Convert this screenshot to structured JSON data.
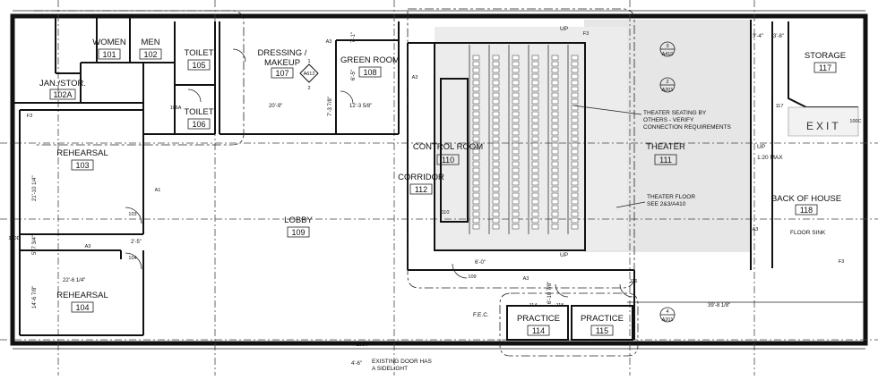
{
  "rooms": [
    {
      "id": "women",
      "name": "WOMEN",
      "number": "101"
    },
    {
      "id": "men",
      "name": "MEN",
      "number": "102"
    },
    {
      "id": "jan",
      "name": "JAN./STOR.",
      "number": "102A"
    },
    {
      "id": "toilet105",
      "name": "TOILET",
      "number": "105"
    },
    {
      "id": "toilet106",
      "name": "TOILET",
      "number": "106"
    },
    {
      "id": "dressing",
      "name": "DRESSING /",
      "name2": "MAKEUP",
      "number": "107"
    },
    {
      "id": "green",
      "name": "GREEN ROOM",
      "number": "108"
    },
    {
      "id": "rehearsal103",
      "name": "REHEARSAL",
      "number": "103"
    },
    {
      "id": "rehearsal104",
      "name": "REHEARSAL",
      "number": "104"
    },
    {
      "id": "lobby",
      "name": "LOBBY",
      "number": "109"
    },
    {
      "id": "control",
      "name": "CONTROL ROOM",
      "number": "110"
    },
    {
      "id": "corridor",
      "name": "CORRIDOR",
      "number": "112"
    },
    {
      "id": "theater",
      "name": "THEATER",
      "number": "111"
    },
    {
      "id": "storage",
      "name": "STORAGE",
      "number": "117"
    },
    {
      "id": "boh",
      "name": "BACK OF HOUSE",
      "number": "118"
    },
    {
      "id": "practice114",
      "name": "PRACTICE",
      "number": "114"
    },
    {
      "id": "practice115",
      "name": "PRACTICE",
      "number": "115"
    }
  ],
  "notes": {
    "seating": [
      "THEATER SEATING BY",
      "OTHERS - VERIFY",
      "CONNECTION REQUIREMENTS"
    ],
    "floor": [
      "THEATER FLOOR",
      "SEE  2&3/A410"
    ],
    "exit": "EXIT",
    "floor_sink": "FLOOR SINK",
    "existing_door": [
      "EXISTING DOOR HAS",
      "A SIDELIGHT"
    ],
    "slope": "1:20 MAX",
    "up1": "UP",
    "up2": "UP",
    "up3": "UP",
    "fec": "F.E.C."
  },
  "dimensions": {
    "d_20_9": "20'-9\"",
    "d_12_3": "12'-3 5/8\"",
    "d_7_1": "7'-1\"",
    "d_6_5": "6'-5\"",
    "d_7_3": "7'-3 7/8\"",
    "d_21_10": "21'-10 1/4\"",
    "d_5_7": "5'-7 3/4\"",
    "d_2_5": "2'-5\"",
    "d_22_6": "22'-6 1/4\"",
    "d_14_6": "14'-6 7/8\"",
    "d_39_8": "39'-8 1/8\"",
    "d_6_10": "6'-10 7/8\"",
    "d_3_4": "3'-4\"",
    "d_3_8": "3'-8\"",
    "d_4_6": "4'-6\"",
    "d_6_0": "6'-0\""
  },
  "section_markers": [
    {
      "id": "m3",
      "num": "3",
      "sheet": "A410"
    },
    {
      "id": "m2",
      "num": "2",
      "sheet": "A201"
    },
    {
      "id": "m4",
      "num": "4",
      "sheet": "A201"
    },
    {
      "id": "mdress",
      "num": "1",
      "num2": "2",
      "sheet": "A612"
    }
  ],
  "tags": {
    "a3": "A3",
    "a1": "A1",
    "f3": "F3",
    "door_tags": [
      "101",
      "102",
      "102A",
      "105",
      "106",
      "106A",
      "104",
      "103",
      "109",
      "110",
      "114",
      "115",
      "116",
      "117",
      "100C",
      "100D",
      "100A",
      "106A"
    ]
  }
}
